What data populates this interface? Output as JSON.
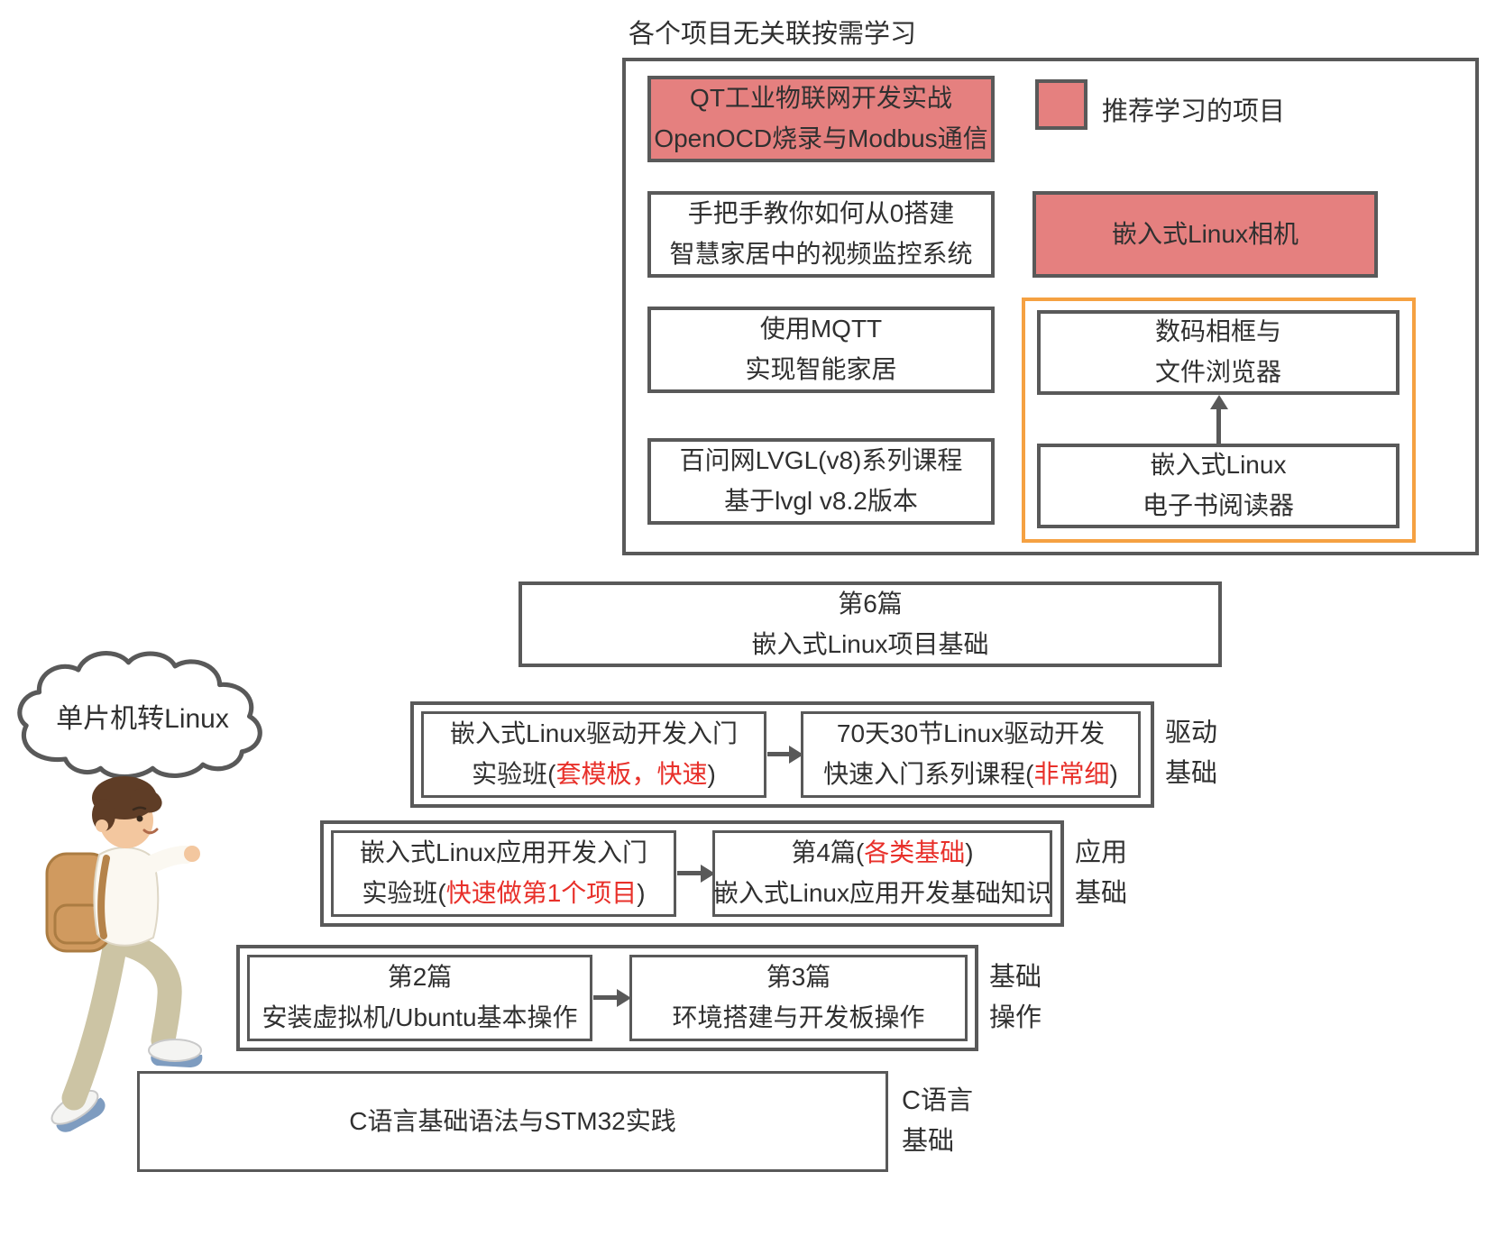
{
  "title": "各个项目无关联按需学习",
  "colors": {
    "border": "#595959",
    "red_fill": "#e5807f",
    "orange": "#f5a142",
    "red_text": "#e8302a",
    "ink": "#303030"
  },
  "legend": {
    "label": "推荐学习的项目"
  },
  "projects": {
    "qt": {
      "line1": "QT工业物联网开发实战",
      "line2": "OpenOCD烧录与Modbus通信"
    },
    "video": {
      "line1": "手把手教你如何从0搭建",
      "line2": "智慧家居中的视频监控系统"
    },
    "camera": {
      "line1": "嵌入式Linux相机"
    },
    "mqtt": {
      "line1": "使用MQTT",
      "line2": "实现智能家居"
    },
    "lvgl": {
      "line1": "百问网LVGL(v8)系列课程",
      "line2": "基于lvgl v8.2版本"
    },
    "photo_frame": {
      "line1": "数码相框与",
      "line2": "文件浏览器"
    },
    "ebook": {
      "line1": "嵌入式Linux",
      "line2": "电子书阅读器"
    }
  },
  "cloud": {
    "label": "单片机转Linux"
  },
  "steps": {
    "step6": {
      "line1": "第6篇",
      "line2": "嵌入式Linux项目基础"
    },
    "driver": {
      "left": {
        "line1": "嵌入式Linux驱动开发入门",
        "line2_prefix": "实验班(",
        "line2_red": "套模板，快速",
        "line2_suffix": ")"
      },
      "right": {
        "line1": "70天30节Linux驱动开发",
        "line2_prefix": "快速入门系列课程(",
        "line2_red": "非常细",
        "line2_suffix": ")"
      },
      "label_line1": "驱动",
      "label_line2": "基础"
    },
    "app": {
      "left": {
        "line1": "嵌入式Linux应用开发入门",
        "line2_prefix": "实验班(",
        "line2_red": "快速做第1个项目",
        "line2_suffix": ")"
      },
      "right": {
        "line1_prefix": "第4篇(",
        "line1_red": "各类基础",
        "line1_suffix": ")",
        "line2": "嵌入式Linux应用开发基础知识"
      },
      "label_line1": "应用",
      "label_line2": "基础"
    },
    "basics": {
      "left": {
        "line1": "第2篇",
        "line2": "安装虚拟机/Ubuntu基本操作"
      },
      "right": {
        "line1": "第3篇",
        "line2": "环境搭建与开发板操作"
      },
      "label_line1": "基础",
      "label_line2": "操作"
    },
    "c": {
      "line1": "C语言基础语法与STM32实践",
      "label_line1": "C语言",
      "label_line2": "基础"
    }
  }
}
